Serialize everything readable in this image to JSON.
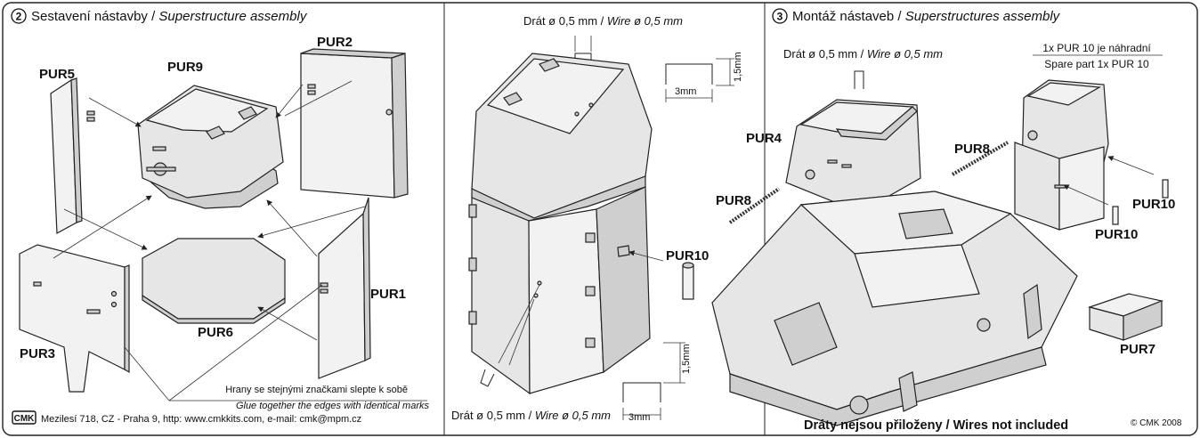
{
  "step2": {
    "number": "2",
    "title_cz": "Sestavení nástavby / ",
    "title_en": "Superstructure assembly"
  },
  "step3": {
    "number": "3",
    "title_cz": "Montáž nástaveb / ",
    "title_en": "Superstructures assembly"
  },
  "parts": {
    "pur1": "PUR1",
    "pur2": "PUR2",
    "pur3": "PUR3",
    "pur4": "PUR4",
    "pur5": "PUR5",
    "pur6": "PUR6",
    "pur7": "PUR7",
    "pur8a": "PUR8",
    "pur8b": "PUR8",
    "pur9": "PUR9",
    "pur10a": "PUR10",
    "pur10b": "PUR10",
    "pur10c": "PUR10"
  },
  "wire": {
    "top_cz": "Drát ø 0,5 mm / ",
    "top_en": "Wire ø 0,5 mm",
    "mid_cz": "Drát ø 0,5 mm / ",
    "mid_en": "Wire ø 0,5 mm",
    "bottom_cz": "Drát ø 0,5 mm / ",
    "bottom_en": "Wire ø 0,5 mm"
  },
  "dimensions": {
    "top_height": "1,5mm",
    "top_width": "3mm",
    "bottom_height": "1,5mm",
    "bottom_width": "3mm"
  },
  "notes": {
    "glue_cz": "Hrany se stejnými značkami slepte k sobě",
    "glue_en": "Glue together the edges with identical marks",
    "spare_cz": "1x PUR 10 je náhradní",
    "spare_en": "Spare part 1x PUR 10",
    "wires_not_included": "Dráty nejsou přiloženy / Wires not included",
    "copyright": "© CMK 2008"
  },
  "footer": {
    "logo": "CMK",
    "address": "Mezilesí 718, CZ - Praha 9,  http: www.cmkkits.com, e-mail: cmk@mpm.cz"
  }
}
